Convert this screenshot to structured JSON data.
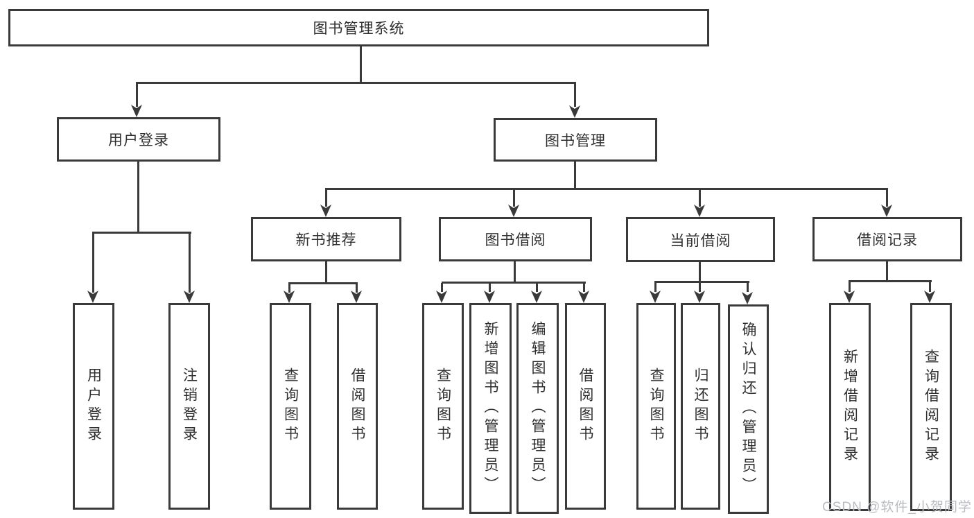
{
  "colors": {
    "line": "#3a3a3a",
    "text": "#2f2f2f",
    "background": "#ffffff",
    "watermark": "#b9bdc2"
  },
  "watermark": {
    "text": "CSDN @软件_小贺同学"
  },
  "tree": {
    "label": "图书管理系统",
    "children": [
      {
        "label": "用户登录",
        "children": [
          {
            "label": "用户登录"
          },
          {
            "label": "注销登录"
          }
        ]
      },
      {
        "label": "图书管理",
        "children": [
          {
            "label": "新书推荐",
            "children": [
              {
                "label": "查询图书"
              },
              {
                "label": "借阅图书"
              }
            ]
          },
          {
            "label": "图书借阅",
            "children": [
              {
                "label": "查询图书"
              },
              {
                "label": "新增图书（管理员）"
              },
              {
                "label": "编辑图书（管理员）"
              },
              {
                "label": "借阅图书"
              }
            ]
          },
          {
            "label": "当前借阅",
            "children": [
              {
                "label": "查询图书"
              },
              {
                "label": "归还图书"
              },
              {
                "label": "确认归还（管理员）"
              }
            ]
          },
          {
            "label": "借阅记录",
            "children": [
              {
                "label": "新增借阅记录"
              },
              {
                "label": "查询借阅记录"
              }
            ]
          }
        ]
      }
    ]
  }
}
